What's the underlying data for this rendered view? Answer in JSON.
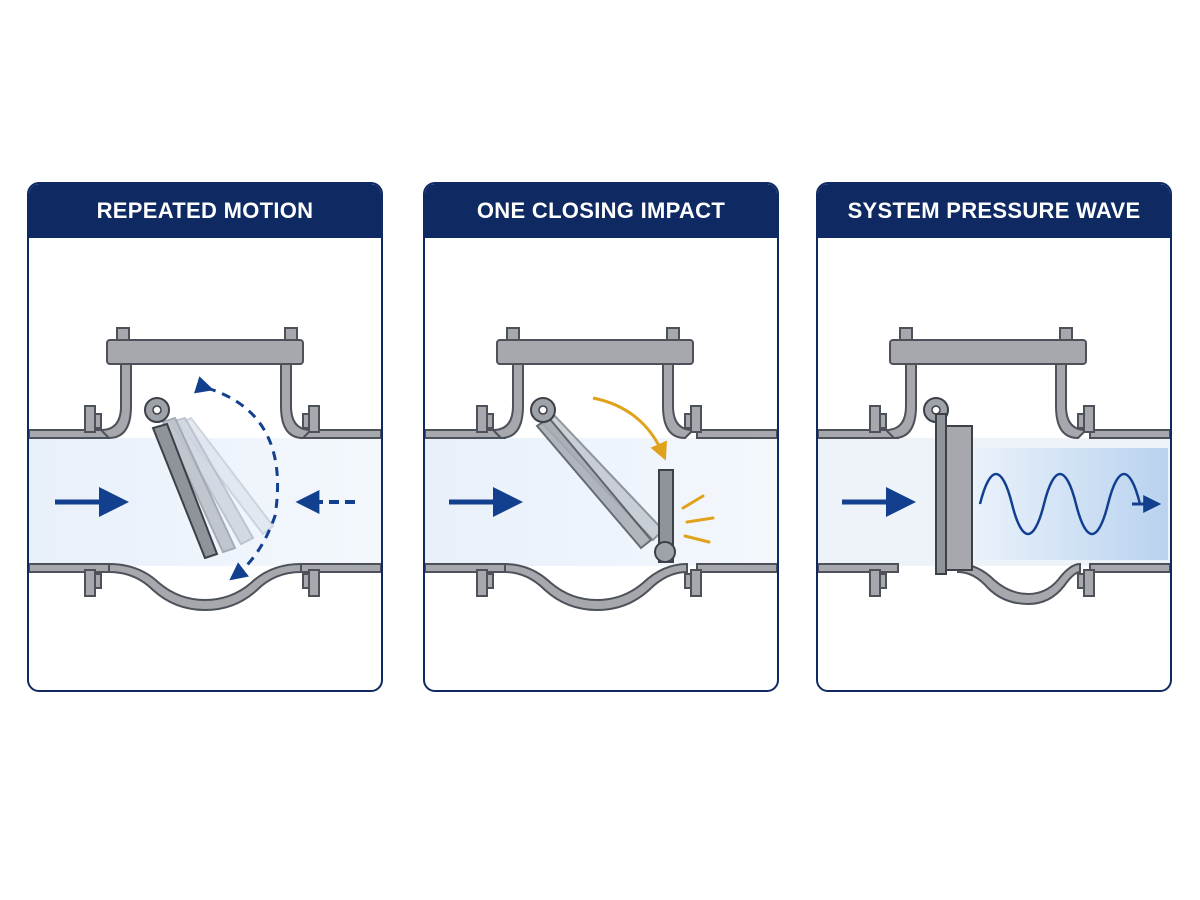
{
  "panels": [
    {
      "title": "REPEATED MOTION"
    },
    {
      "title": "ONE CLOSING IMPACT"
    },
    {
      "title": "SYSTEM PRESSURE WAVE"
    }
  ],
  "colors": {
    "header_bg": "#0f2a63",
    "flow_arrow": "#12408f",
    "impact_accent": "#e0a21b",
    "pipe_fill": "#e7eff9",
    "valve_body": "#a6a8ad",
    "valve_outline": "#4d5159"
  },
  "icons": [
    "flow-arrow-icon",
    "reverse-flow-arrow-icon",
    "swing-arc-icon",
    "impact-spark-icon",
    "pressure-wave-icon"
  ]
}
